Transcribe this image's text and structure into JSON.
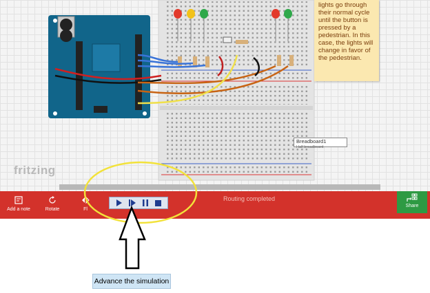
{
  "note": {
    "text": "lights go through their normal cycle until the button is pressed by a pedestrian. In this case, the lights will change in favor of the pedestrian."
  },
  "canvas": {
    "logo": "fritzing",
    "breadboard_label": "Breadboard1",
    "breadboard_sublabel": "Half breadboard"
  },
  "toolbar": {
    "add_note_label": "Add a note",
    "rotate_label": "Rotate",
    "flip_label": "Fl",
    "status_text": "Routing completed",
    "share_label": "Share",
    "sim_buttons": [
      "play",
      "step",
      "pause",
      "stop"
    ]
  },
  "annotation": {
    "caption": "Advance the simulation"
  },
  "colors": {
    "toolbar": "#d3322b",
    "share": "#2e9a43",
    "arduino": "#11658a",
    "note": "#fbe8b0",
    "highlight_ring": "#f2e23a"
  }
}
